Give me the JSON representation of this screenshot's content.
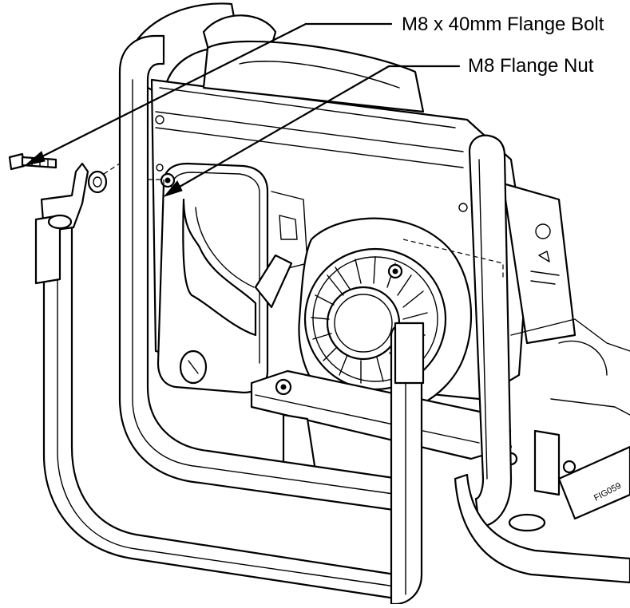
{
  "callouts": {
    "bolt": {
      "label": "M8 x 40mm Flange Bolt"
    },
    "nut": {
      "label": "M8 Flange Nut"
    }
  },
  "figure_id": "FIG059",
  "colors": {
    "line": "#000000",
    "background": "#ffffff"
  }
}
